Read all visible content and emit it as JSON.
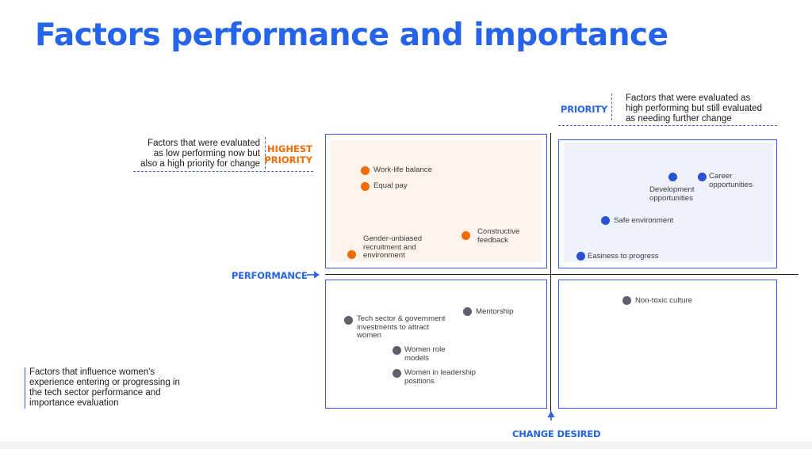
{
  "title": "Factors performance and importance",
  "notes": {
    "priority": "Factors that were evaluated as\nhigh performing but still evaluated\nas needing further change",
    "highest_priority": "Factors that were evaluated\nas low performing now but\nalso a high priority for change",
    "footer": "Factors that influence women's\nexperience entering or progressing in\nthe tech sector performance and\nimportance evaluation"
  },
  "labels": {
    "priority": "PRIORITY",
    "highest_priority": "HIGHEST\nPRIORITY",
    "performance": "PERFORMANCE",
    "change_desired": "CHANGE DESIRED"
  },
  "colors": {
    "accent": "#2563eb",
    "orange": "#f26b00",
    "grey_point": "#5f5f6e",
    "orange_fill": "#fdf3ea",
    "blue_fill": "#eef2fc"
  },
  "quadrants": {
    "top_left": [
      {
        "label": "Work-life balance"
      },
      {
        "label": "Equal pay"
      },
      {
        "label": "Constructive\nfeedback"
      },
      {
        "label": "Gender-unbiased\nrecruitment and\nenvironment"
      }
    ],
    "top_right": [
      {
        "label": "Career\nopportunities"
      },
      {
        "label": "Development\nopportunities"
      },
      {
        "label": "Safe environment"
      },
      {
        "label": "Easiness to progress"
      }
    ],
    "bottom_left": [
      {
        "label": "Mentorship"
      },
      {
        "label": "Tech sector & government\ninvestments to attract\nwomen"
      },
      {
        "label": "Women role\nmodels"
      },
      {
        "label": "Women in leadership\npositions"
      }
    ],
    "bottom_right": [
      {
        "label": "Non-toxic culture"
      }
    ]
  }
}
